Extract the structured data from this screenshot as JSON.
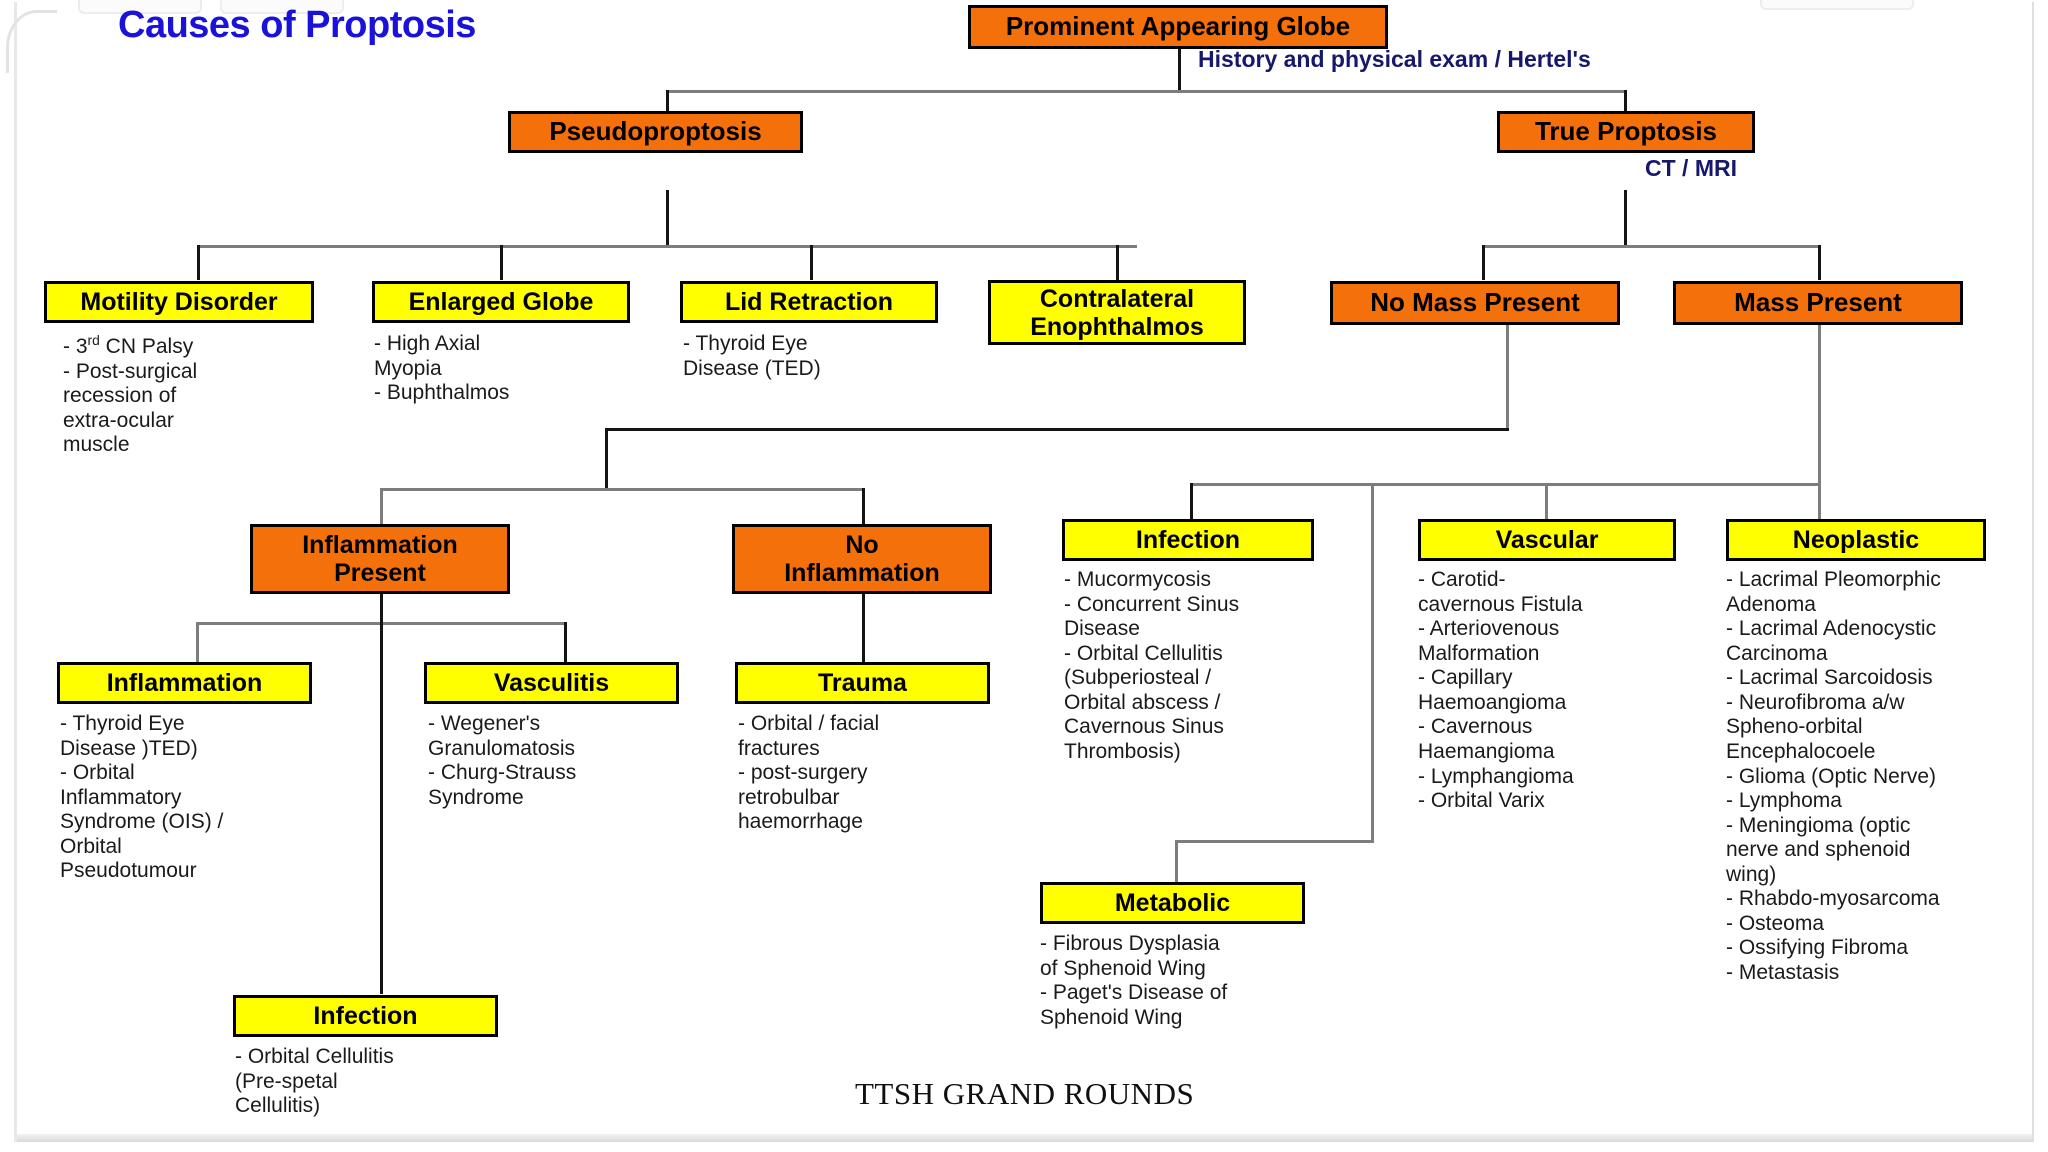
{
  "title": "Causes of Proptosis",
  "footer": "TTSH GRAND ROUNDS",
  "edge_labels": {
    "root_to_level1": "History and physical exam / Hertel's",
    "true_to_level2": "CT / MRI"
  },
  "colors": {
    "orange_node": "#F4700A",
    "yellow_node": "#FFFF00",
    "title_blue": "#1a12d8",
    "label_navy": "#16186b",
    "border": "#000000",
    "connector": "#7d7d7d"
  },
  "nodes": {
    "root": {
      "label": "Prominent Appearing Globe",
      "color": "orange"
    },
    "pseudoproptosis": {
      "label": "Pseudoproptosis",
      "color": "orange"
    },
    "true_proptosis": {
      "label": "True Proptosis",
      "color": "orange"
    },
    "motility_disorder": {
      "label": "Motility Disorder",
      "color": "yellow"
    },
    "enlarged_globe": {
      "label": "Enlarged Globe",
      "color": "yellow"
    },
    "lid_retraction": {
      "label": "Lid Retraction",
      "color": "yellow"
    },
    "contralateral_enophthalmos": {
      "label": "Contralateral\nEnophthalmos",
      "color": "yellow"
    },
    "no_mass_present": {
      "label": "No Mass Present",
      "color": "orange"
    },
    "mass_present": {
      "label": "Mass Present",
      "color": "orange"
    },
    "inflammation_present": {
      "label": "Inflammation\nPresent",
      "color": "orange"
    },
    "no_inflammation": {
      "label": "No\nInflammation",
      "color": "orange"
    },
    "infection_mass": {
      "label": "Infection",
      "color": "yellow"
    },
    "vascular": {
      "label": "Vascular",
      "color": "yellow"
    },
    "neoplastic": {
      "label": "Neoplastic",
      "color": "yellow"
    },
    "inflammation": {
      "label": "Inflammation",
      "color": "yellow"
    },
    "vasculitis": {
      "label": "Vasculitis",
      "color": "yellow"
    },
    "trauma": {
      "label": "Trauma",
      "color": "yellow"
    },
    "metabolic": {
      "label": "Metabolic",
      "color": "yellow"
    },
    "infection_bottom": {
      "label": "Infection",
      "color": "yellow"
    }
  },
  "lists": {
    "motility_disorder": "- 3rd CN Palsy\n- Post-surgical\nrecession of\nextra-ocular\nmuscle",
    "enlarged_globe": "- High Axial\nMyopia\n- Buphthalmos",
    "lid_retraction": "- Thyroid Eye\nDisease (TED)",
    "infection_mass": "- Mucormycosis\n- Concurrent Sinus\nDisease\n- Orbital Cellulitis\n(Subperiosteal /\nOrbital abscess /\nCavernous Sinus\nThrombosis)",
    "vascular": "- Carotid-\ncavernous Fistula\n- Arteriovenous\nMalformation\n- Capillary\nHaemoangioma\n- Cavernous\nHaemangioma\n- Lymphangioma\n- Orbital Varix",
    "neoplastic": "- Lacrimal Pleomorphic\nAdenoma\n- Lacrimal Adenocystic\nCarcinoma\n- Lacrimal Sarcoidosis\n- Neurofibroma a/w\nSpheno-orbital\nEncephalocoele\n- Glioma (Optic Nerve)\n- Lymphoma\n- Meningioma (optic\nnerve and sphenoid\nwing)\n- Rhabdo-myosarcoma\n- Osteoma\n- Ossifying Fibroma\n- Metastasis",
    "inflammation": "- Thyroid Eye\nDisease )TED)\n- Orbital\nInflammatory\nSyndrome (OIS) /\nOrbital\nPseudotumour",
    "vasculitis": "- Wegener's\nGranulomatosis\n- Churg-Strauss\nSyndrome",
    "trauma": "- Orbital / facial\nfractures\n- post-surgery\nretrobulbar\nhaemorrhage",
    "metabolic": "- Fibrous Dysplasia\nof Sphenoid Wing\n- Paget's Disease of\nSphenoid Wing",
    "infection_bottom": "- Orbital Cellulitis\n(Pre-spetal\nCellulitis)"
  },
  "superscripts": {
    "motility_ordinal": "rd"
  }
}
